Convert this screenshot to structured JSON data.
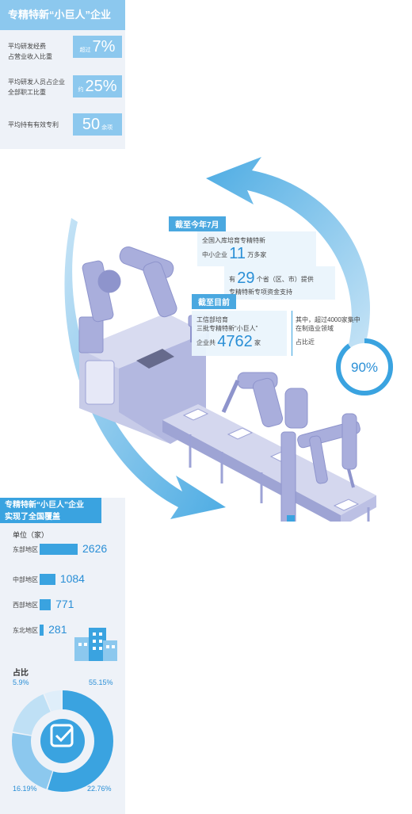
{
  "header": {
    "title": "专精特新“小巨人”企业"
  },
  "stats": [
    {
      "label_line1": "平均研发经费",
      "label_line2": "占营业收入比重",
      "prefix": "超过",
      "value": "7%",
      "suffix": ""
    },
    {
      "label_line1": "平均研发人员占企业",
      "label_line2": "全部职工比重",
      "prefix": "约",
      "value": "25%",
      "suffix": ""
    },
    {
      "label_line1": "平均持有有效专利",
      "label_line2": "",
      "prefix": "",
      "value": "50",
      "suffix": "余项"
    }
  ],
  "info1": {
    "tag": "截至今年7月",
    "line1": "全国入库培育专精特新",
    "line2_pre": "中小企业",
    "line2_num": "11",
    "line2_suf": "万多家",
    "line3_pre": "有",
    "line3_num": "29",
    "line3_suf": "个省（区、市）提供",
    "line4": "专精特新专项资金支持"
  },
  "info2": {
    "tag": "截至目前",
    "line1": "工信部培育",
    "line2": "三批专精特新“小巨人”",
    "line3_pre": "企业共",
    "line3_num": "4762",
    "line3_suf": "家",
    "side1": "其中，超过4000家集中",
    "side2": "在制造业领域",
    "side3": "占比近",
    "ratio": "90%"
  },
  "coverage": {
    "title_line1": "专精特新“小巨人”企业",
    "title_line2": "实现了全国覆盖",
    "unit": "单位（家）",
    "share_title": "占比"
  },
  "chart_data": [
    {
      "type": "bar",
      "categories": [
        "东部地区",
        "中部地区",
        "西部地区",
        "东北地区"
      ],
      "values": [
        2626,
        1084,
        771,
        281
      ],
      "unit": "单位（家）"
    },
    {
      "type": "pie",
      "labels": [
        "东部地区",
        "中部地区",
        "西部地区",
        "东北地区"
      ],
      "values": [
        55.15,
        22.76,
        16.19,
        5.9
      ],
      "value_labels": [
        "55.15%",
        "22.76%",
        "16.19%",
        "5.9%"
      ],
      "title": "占比"
    }
  ],
  "colors": {
    "primary": "#3aa3e0",
    "light": "#8cc8ee",
    "panel": "#eef2f8",
    "ring_light": "#bfe0f5"
  },
  "icons": {
    "check": "checkbox-icon",
    "building": "building-icon",
    "robot": "robot-arm-illustration"
  }
}
